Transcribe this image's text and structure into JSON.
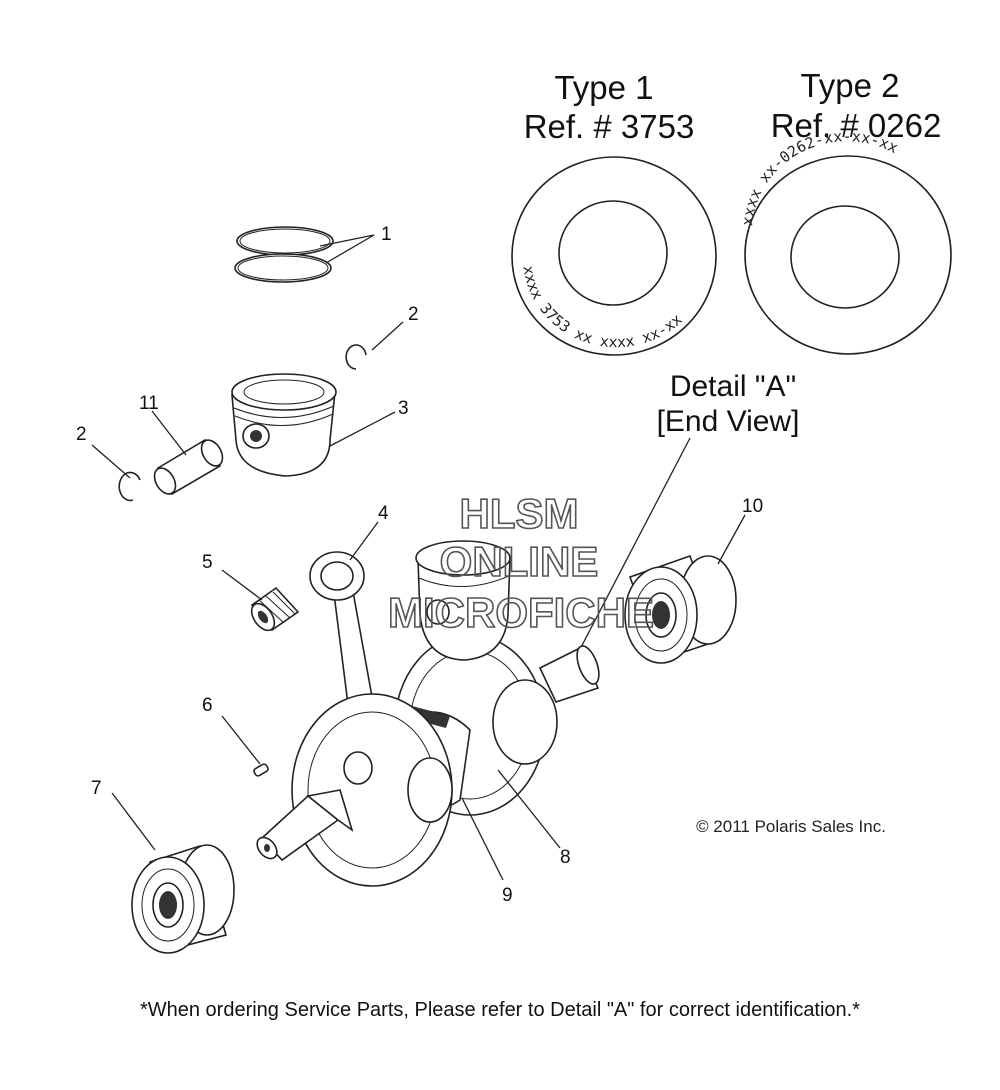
{
  "type1": {
    "title": "Type 1",
    "ref": "Ref. # 3753",
    "marking": "xxxx 3753 xx xxxx xx-xx"
  },
  "type2": {
    "title": "Type 2",
    "ref": "Ref. # 0262",
    "marking": "xxxx xx-0262-xx-xx-xx"
  },
  "detail": {
    "line1": "Detail \"A\"",
    "line2": "[End View]"
  },
  "callouts": {
    "c1": "1",
    "c2a": "2",
    "c2b": "2",
    "c3": "3",
    "c4": "4",
    "c5": "5",
    "c6": "6",
    "c7": "7",
    "c8": "8",
    "c9": "9",
    "c10": "10",
    "c11": "11"
  },
  "watermark": {
    "line1": "HLSM",
    "line2": "ONLINE",
    "line3": "MICROFICHE"
  },
  "copyright": "© 2011 Polaris Sales Inc.",
  "footer": "*When ordering Service Parts, Please refer to Detail \"A\" for correct identification.*"
}
